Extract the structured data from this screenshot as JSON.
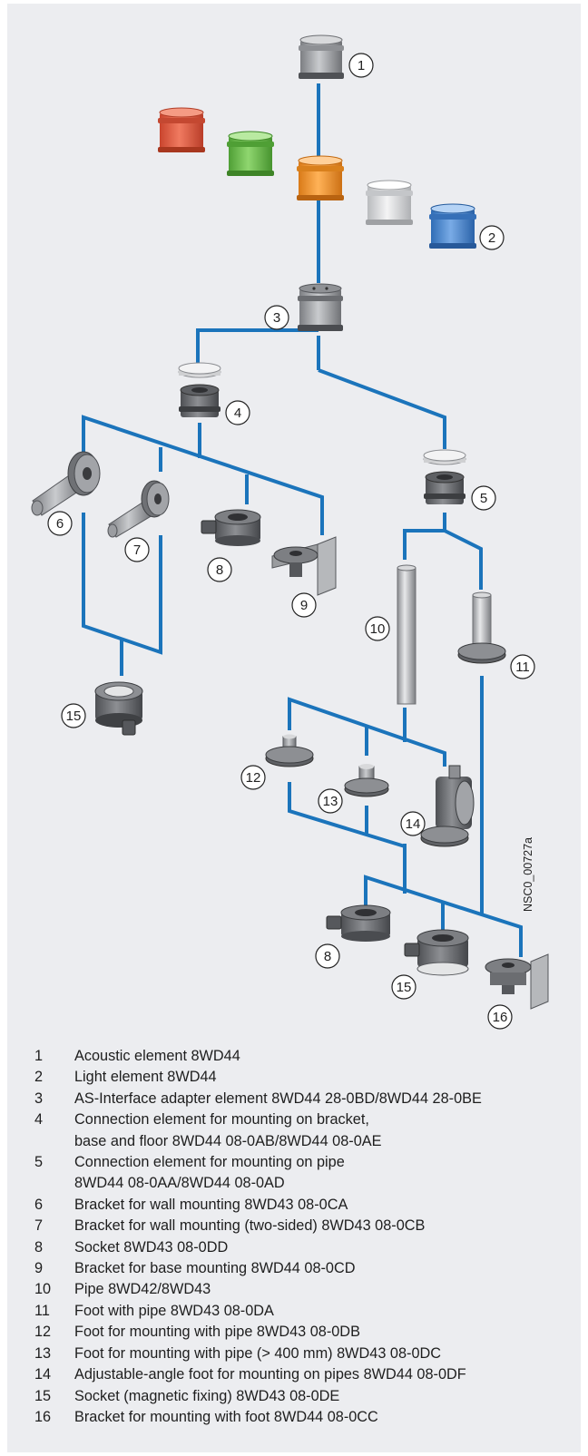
{
  "diagram": {
    "document_id": "NSC0_00727a",
    "callouts": [
      "1",
      "2",
      "3",
      "4",
      "5",
      "6",
      "7",
      "8",
      "9",
      "10",
      "11",
      "12",
      "13",
      "14",
      "15",
      "16"
    ],
    "colors": {
      "panel_background": "#ecedf0",
      "connector_blue": "#1b74bb",
      "element_red": "#e45a41",
      "element_green": "#6fbf4e",
      "element_orange": "#f0962e",
      "element_white": "#e2e3e5",
      "element_blue": "#4a88d0",
      "element_grey": "#a7a9ad"
    }
  },
  "legend": [
    {
      "num": "1",
      "lines": [
        "Acoustic element 8WD44"
      ]
    },
    {
      "num": "2",
      "lines": [
        "Light element 8WD44"
      ]
    },
    {
      "num": "3",
      "lines": [
        "AS-Interface adapter element 8WD44 28-0BD/8WD44 28-0BE"
      ]
    },
    {
      "num": "4",
      "lines": [
        "Connection element for mounting on bracket,",
        "base and floor 8WD44 08-0AB/8WD44 08-0AE"
      ]
    },
    {
      "num": "5",
      "lines": [
        "Connection element for mounting on pipe",
        "8WD44 08-0AA/8WD44 08-0AD"
      ]
    },
    {
      "num": "6",
      "lines": [
        "Bracket for wall mounting 8WD43 08-0CA"
      ]
    },
    {
      "num": "7",
      "lines": [
        "Bracket for wall mounting (two-sided) 8WD43 08-0CB"
      ]
    },
    {
      "num": "8",
      "lines": [
        "Socket 8WD43 08-0DD"
      ]
    },
    {
      "num": "9",
      "lines": [
        "Bracket for base mounting 8WD44 08-0CD"
      ]
    },
    {
      "num": "10",
      "lines": [
        "Pipe 8WD42/8WD43"
      ]
    },
    {
      "num": "11",
      "lines": [
        "Foot with pipe 8WD43 08-0DA"
      ]
    },
    {
      "num": "12",
      "lines": [
        "Foot for mounting with pipe 8WD43 08-0DB"
      ]
    },
    {
      "num": "13",
      "lines": [
        "Foot for mounting with pipe (> 400 mm) 8WD43 08-0DC"
      ]
    },
    {
      "num": "14",
      "lines": [
        "Adjustable-angle foot for mounting on pipes 8WD44 08-0DF"
      ]
    },
    {
      "num": "15",
      "lines": [
        "Socket (magnetic fixing) 8WD43 08-0DE"
      ]
    },
    {
      "num": "16",
      "lines": [
        "Bracket for mounting with foot 8WD44 08-0CC"
      ]
    }
  ]
}
